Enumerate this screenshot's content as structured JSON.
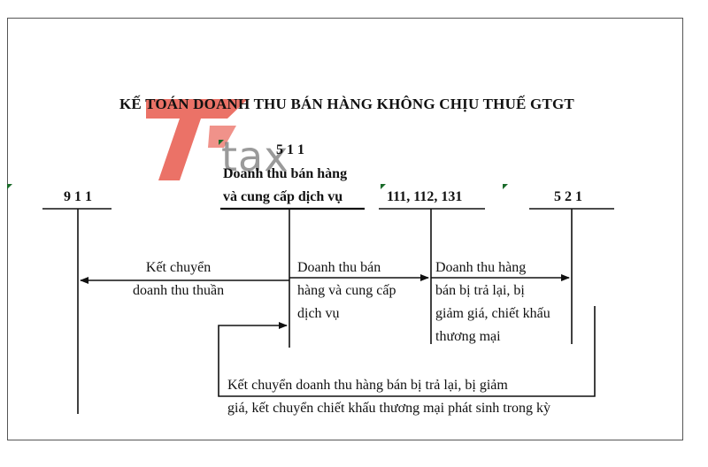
{
  "title": "KẾ TOÁN DOANH THU BÁN HÀNG KHÔNG CHỊU THUẾ GTGT",
  "watermark": {
    "text": "tax",
    "brand_color": "#e64a3c"
  },
  "accounts": {
    "a911": {
      "code": "9 1 1"
    },
    "a511": {
      "code": "5 1 1",
      "name_line1": "Doanh thu bán hàng",
      "name_line2": "và cung cấp dịch vụ"
    },
    "a111": {
      "code": "111, 112, 131"
    },
    "a521": {
      "code": "5 2 1"
    }
  },
  "flows": {
    "close_net_revenue": "Kết chuyển\ndoanh thu thuần",
    "sales_revenue": "Doanh thu bán\nhàng và cung cấp\ndịch vụ",
    "returns_discounts": "Doanh thu hàng\nbán bị trả lại, bị\ngiảm giá, chiết khấu\nthương mại",
    "close_returns": "Kết chuyển doanh thu hàng bán bị trả lại, bị giảm\ngiá, kết chuyển chiết khấu thương mại phát sinh trong kỳ"
  }
}
